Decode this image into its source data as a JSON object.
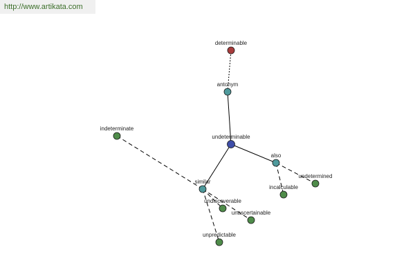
{
  "site": {
    "url": "http://www.artikata.com"
  },
  "colors": {
    "center": "#3f4ea8",
    "relation": "#4f9a9c",
    "antonym_word": "#a93c3c",
    "synonym_word": "#4f8c4a",
    "edge": "#000000"
  },
  "graph": {
    "nodes": [
      {
        "id": "undeterminable",
        "label": "undeterminable",
        "kind": "center"
      },
      {
        "id": "antonym",
        "label": "antonym",
        "kind": "relation"
      },
      {
        "id": "determinable",
        "label": "determinable",
        "kind": "antonym_word"
      },
      {
        "id": "also",
        "label": "also",
        "kind": "relation"
      },
      {
        "id": "similar",
        "label": "similar",
        "kind": "relation"
      },
      {
        "id": "indeterminate",
        "label": "indeterminate",
        "kind": "synonym_word"
      },
      {
        "id": "incalculable",
        "label": "incalculable",
        "kind": "synonym_word"
      },
      {
        "id": "undetermined",
        "label": "undetermined",
        "kind": "synonym_word"
      },
      {
        "id": "undiscoverable",
        "label": "undiscoverable",
        "kind": "synonym_word"
      },
      {
        "id": "unascertainable",
        "label": "unascertainable",
        "kind": "synonym_word"
      },
      {
        "id": "unpredictable",
        "label": "unpredictable",
        "kind": "synonym_word"
      }
    ],
    "edges": [
      {
        "from": "undeterminable",
        "to": "antonym",
        "style": "solid"
      },
      {
        "from": "antonym",
        "to": "determinable",
        "style": "dotted"
      },
      {
        "from": "undeterminable",
        "to": "also",
        "style": "solid"
      },
      {
        "from": "undeterminable",
        "to": "similar",
        "style": "solid"
      },
      {
        "from": "also",
        "to": "incalculable",
        "style": "dashed"
      },
      {
        "from": "also",
        "to": "undetermined",
        "style": "dashed"
      },
      {
        "from": "similar",
        "to": "indeterminate",
        "style": "dashed"
      },
      {
        "from": "similar",
        "to": "undiscoverable",
        "style": "dashed"
      },
      {
        "from": "similar",
        "to": "unascertainable",
        "style": "dashed"
      },
      {
        "from": "similar",
        "to": "unpredictable",
        "style": "dashed"
      }
    ]
  }
}
